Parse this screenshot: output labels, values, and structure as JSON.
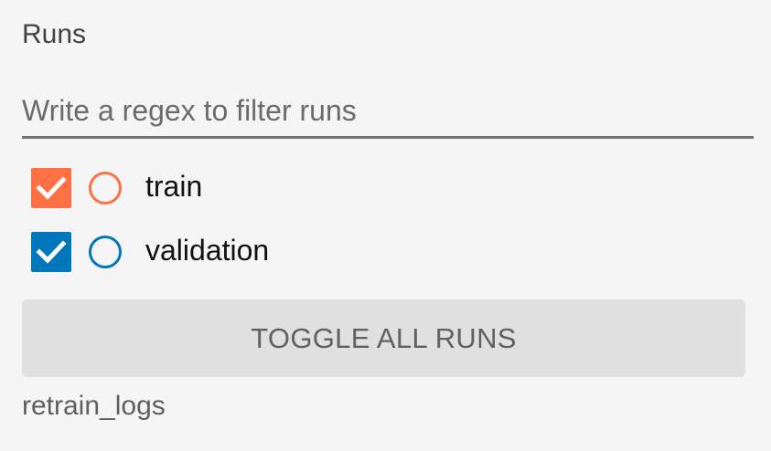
{
  "runs_panel": {
    "title": "Runs",
    "filter": {
      "placeholder": "Write a regex to filter runs",
      "value": ""
    },
    "runs": [
      {
        "label": "train",
        "checked": true,
        "color": "#ff7043"
      },
      {
        "label": "validation",
        "checked": true,
        "color": "#0077bb"
      }
    ],
    "toggle_button_label": "TOGGLE ALL RUNS",
    "log_dir": "retrain_logs"
  },
  "icons": {
    "checkbox_checked": "check-icon",
    "run_color": "circle-outline-icon"
  }
}
